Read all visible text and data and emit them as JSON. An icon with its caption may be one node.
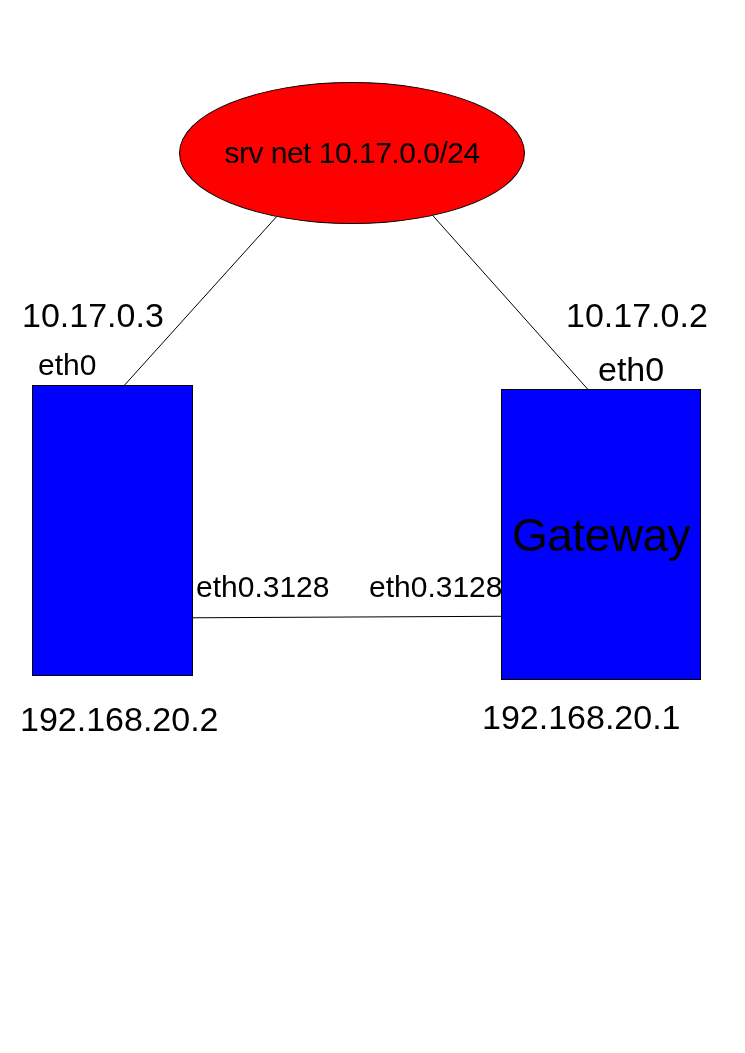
{
  "diagram": {
    "nodes": [
      {
        "text": [
          "srv net 10.17.0.0/24"
        ]
      },
      {
        "text": [],
        "shape": "box",
        "beside": [
          "eth0",
          "eth0.3128",
          "192.168.20.2"
        ]
      },
      {
        "text": [
          "Gateway"
        ],
        "beside": [
          "eth0",
          "eth0.3128",
          "192.168.20.1"
        ]
      }
    ],
    "edges": [
      {
        "from": 0,
        "to": 1,
        "arrow": "none",
        "label": "10.17.0.3"
      },
      {
        "from": 0,
        "to": 2,
        "arrow": "none",
        "label": "10.17.0.2"
      },
      {
        "from": 1,
        "to": 2,
        "arrow": "none"
      }
    ]
  }
}
